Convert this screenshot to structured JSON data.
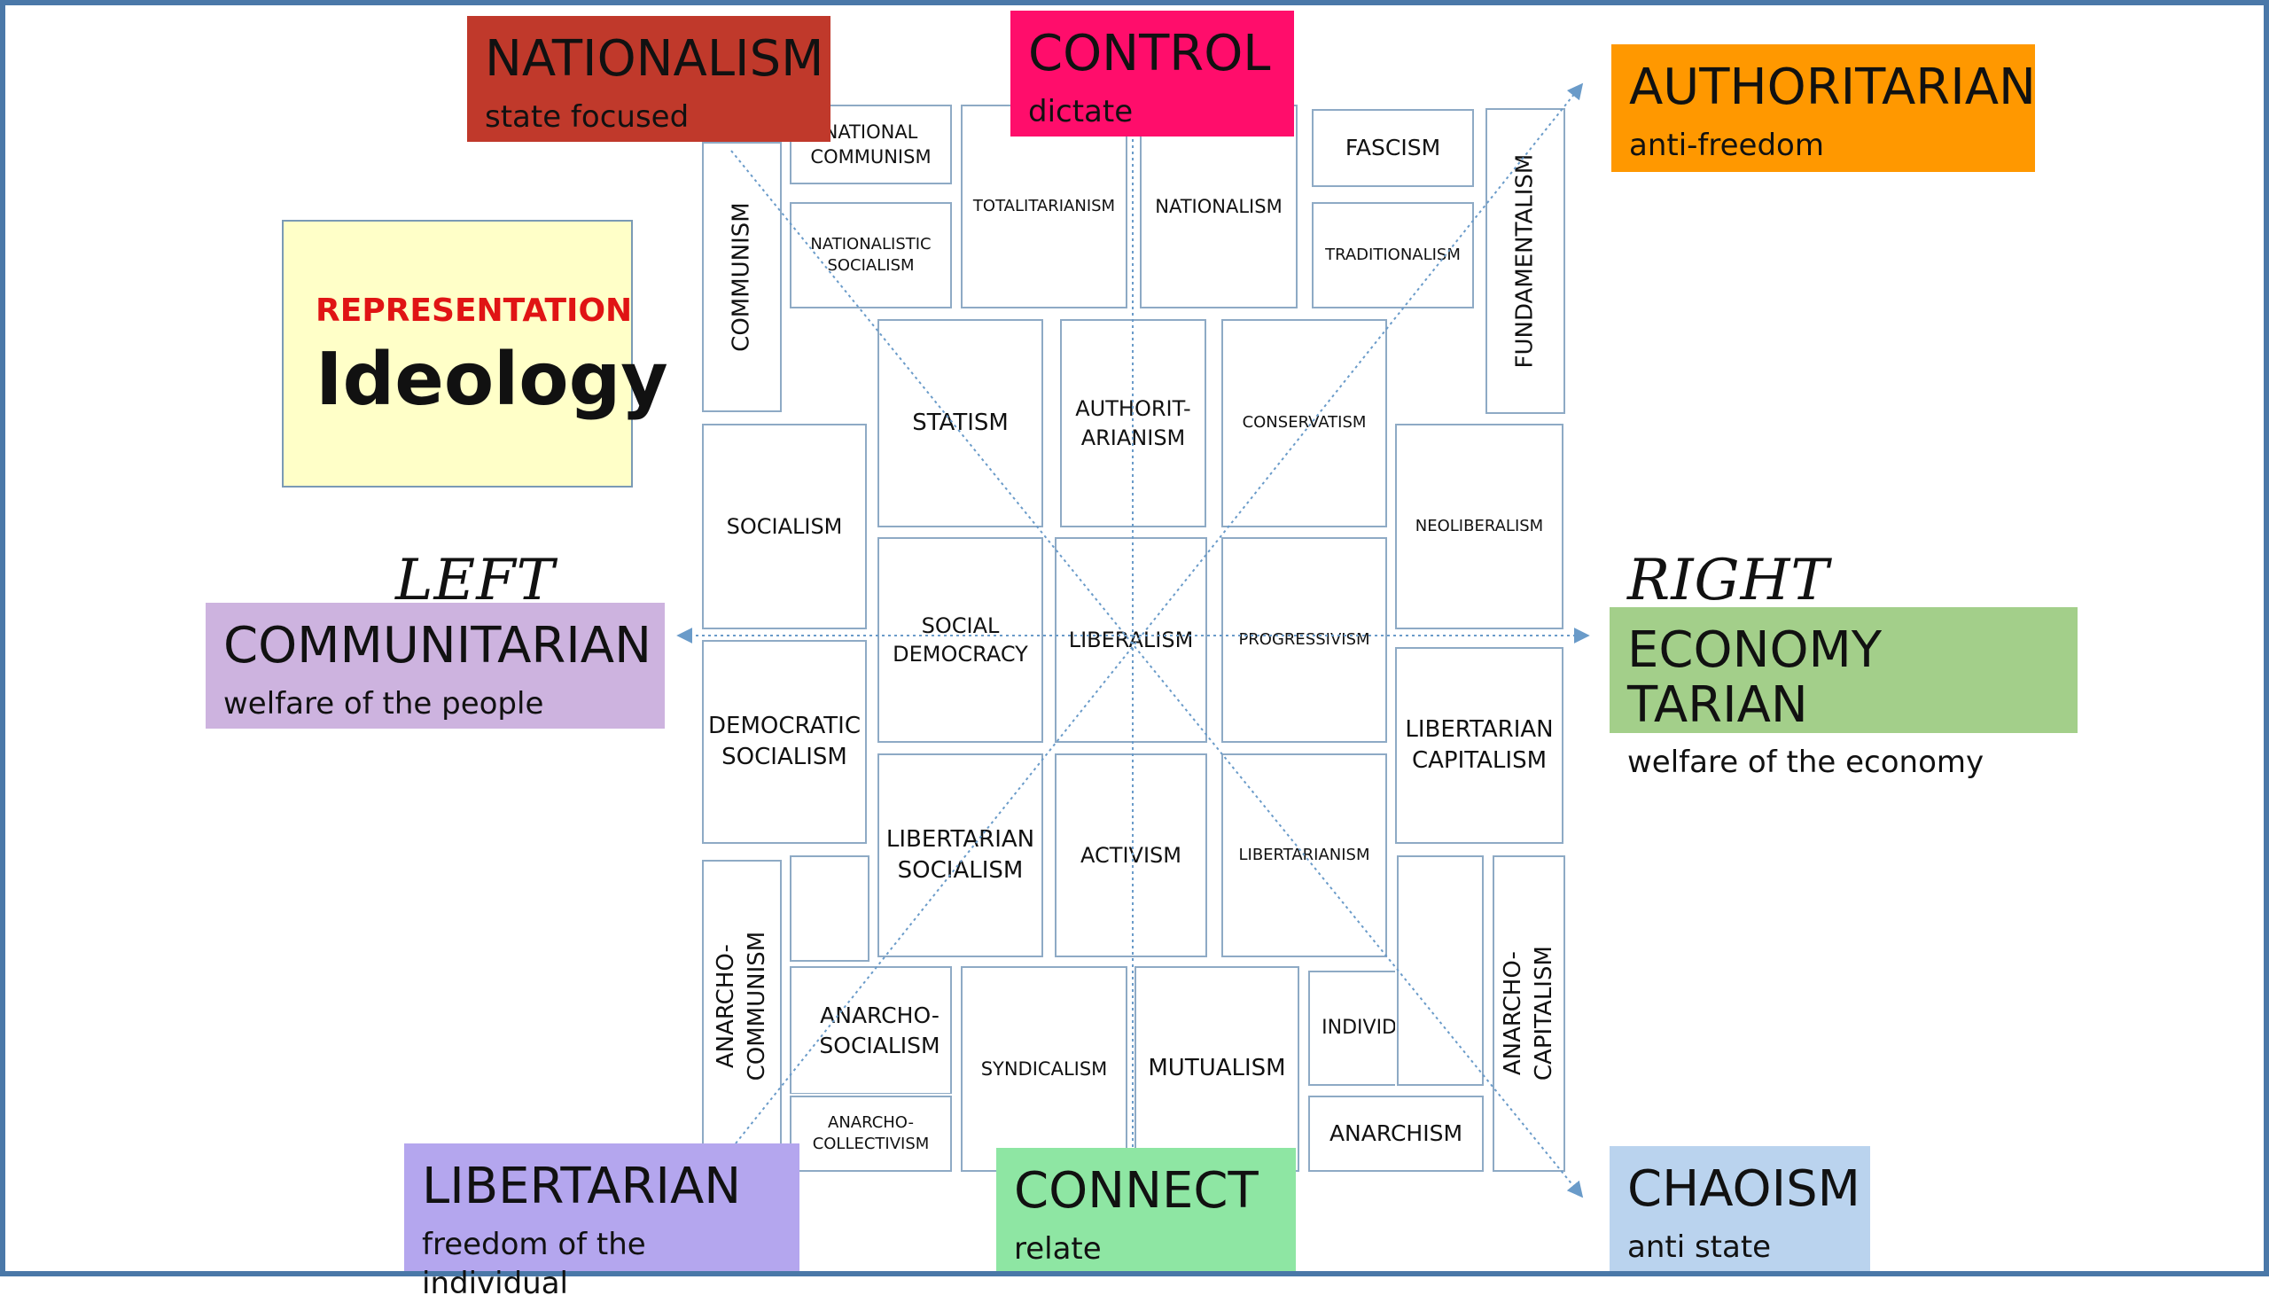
{
  "representation": {
    "label": "REPRESENTATION",
    "title": "Ideology"
  },
  "sides": {
    "left": "LEFT",
    "right": "RIGHT"
  },
  "corners": {
    "nationalism": {
      "title": "NATIONALISM",
      "subtitle": "state focused",
      "color": "#c0392b"
    },
    "control": {
      "title": "CONTROL",
      "subtitle": "dictate",
      "color": "#ff0d6b"
    },
    "authoritarian": {
      "title": "AUTHORITARIAN",
      "subtitle": "anti-freedom",
      "color": "#ff9800"
    },
    "communitarian": {
      "title": "COMMUNITARIAN",
      "subtitle": "welfare of the people",
      "color": "#cdb3df"
    },
    "economy": {
      "title": "ECONOMY TARIAN",
      "subtitle": "welfare of the economy",
      "color": "#a3cf8a"
    },
    "libertarian": {
      "title": "LIBERTARIAN",
      "subtitle": "freedom of the individual",
      "color": "#b4a6ee"
    },
    "connect": {
      "title": "CONNECT",
      "subtitle": "relate",
      "color": "#8ee6a3"
    },
    "chaoism": {
      "title": "CHAOISM",
      "subtitle": "anti state",
      "color": "#bad3ee"
    }
  },
  "cells": {
    "national_communism": "NATIONAL\nCOMMUNISM",
    "nationalistic_socialism": "NATIONALISTIC\nSOCIALISM",
    "communism": "COMMUNISM",
    "totalitarianism": "TOTALITARIANISM",
    "nationalism": "NATIONALISM",
    "fascism": "FASCISM",
    "traditionalism": "TRADITIONALISM",
    "fundamentalism": "FUNDAMENTALISM",
    "statism": "STATISM",
    "authoritarianism": "AUTHORIT-\nARIANISM",
    "conservatism": "CONSERVATISM",
    "socialism": "SOCIALISM",
    "neoliberalism": "NEOLIBERALISM",
    "social_democracy": "SOCIAL\nDEMOCRACY",
    "liberalism": "LIBERALISM",
    "progressivism": "PROGRESSIVISM",
    "democratic_socialism": "DEMOCRATIC\nSOCIALISM",
    "libertarian_capitalism": "LIBERTARIAN\nCAPITALISM",
    "libertarian_socialism": "LIBERTARIAN\nSOCIALISM",
    "activism": "ACTIVISM",
    "libertarianism": "LIBERTARIANISM",
    "anarcho_communism": "ANARCHO-\nCOMMUNISM",
    "anarcho_socialism": "ANARCHO-\nSOCIALISM",
    "anarcho_collectivism": "ANARCHO-\nCOLLECTIVISM",
    "syndicalism": "SYNDICALISM",
    "mutualism": "MUTUALISM",
    "individualism": "INDIVIDUALISM",
    "anarchism": "ANARCHISM",
    "anarcho_capitalism": "ANARCHO-\nCAPITALISM"
  }
}
